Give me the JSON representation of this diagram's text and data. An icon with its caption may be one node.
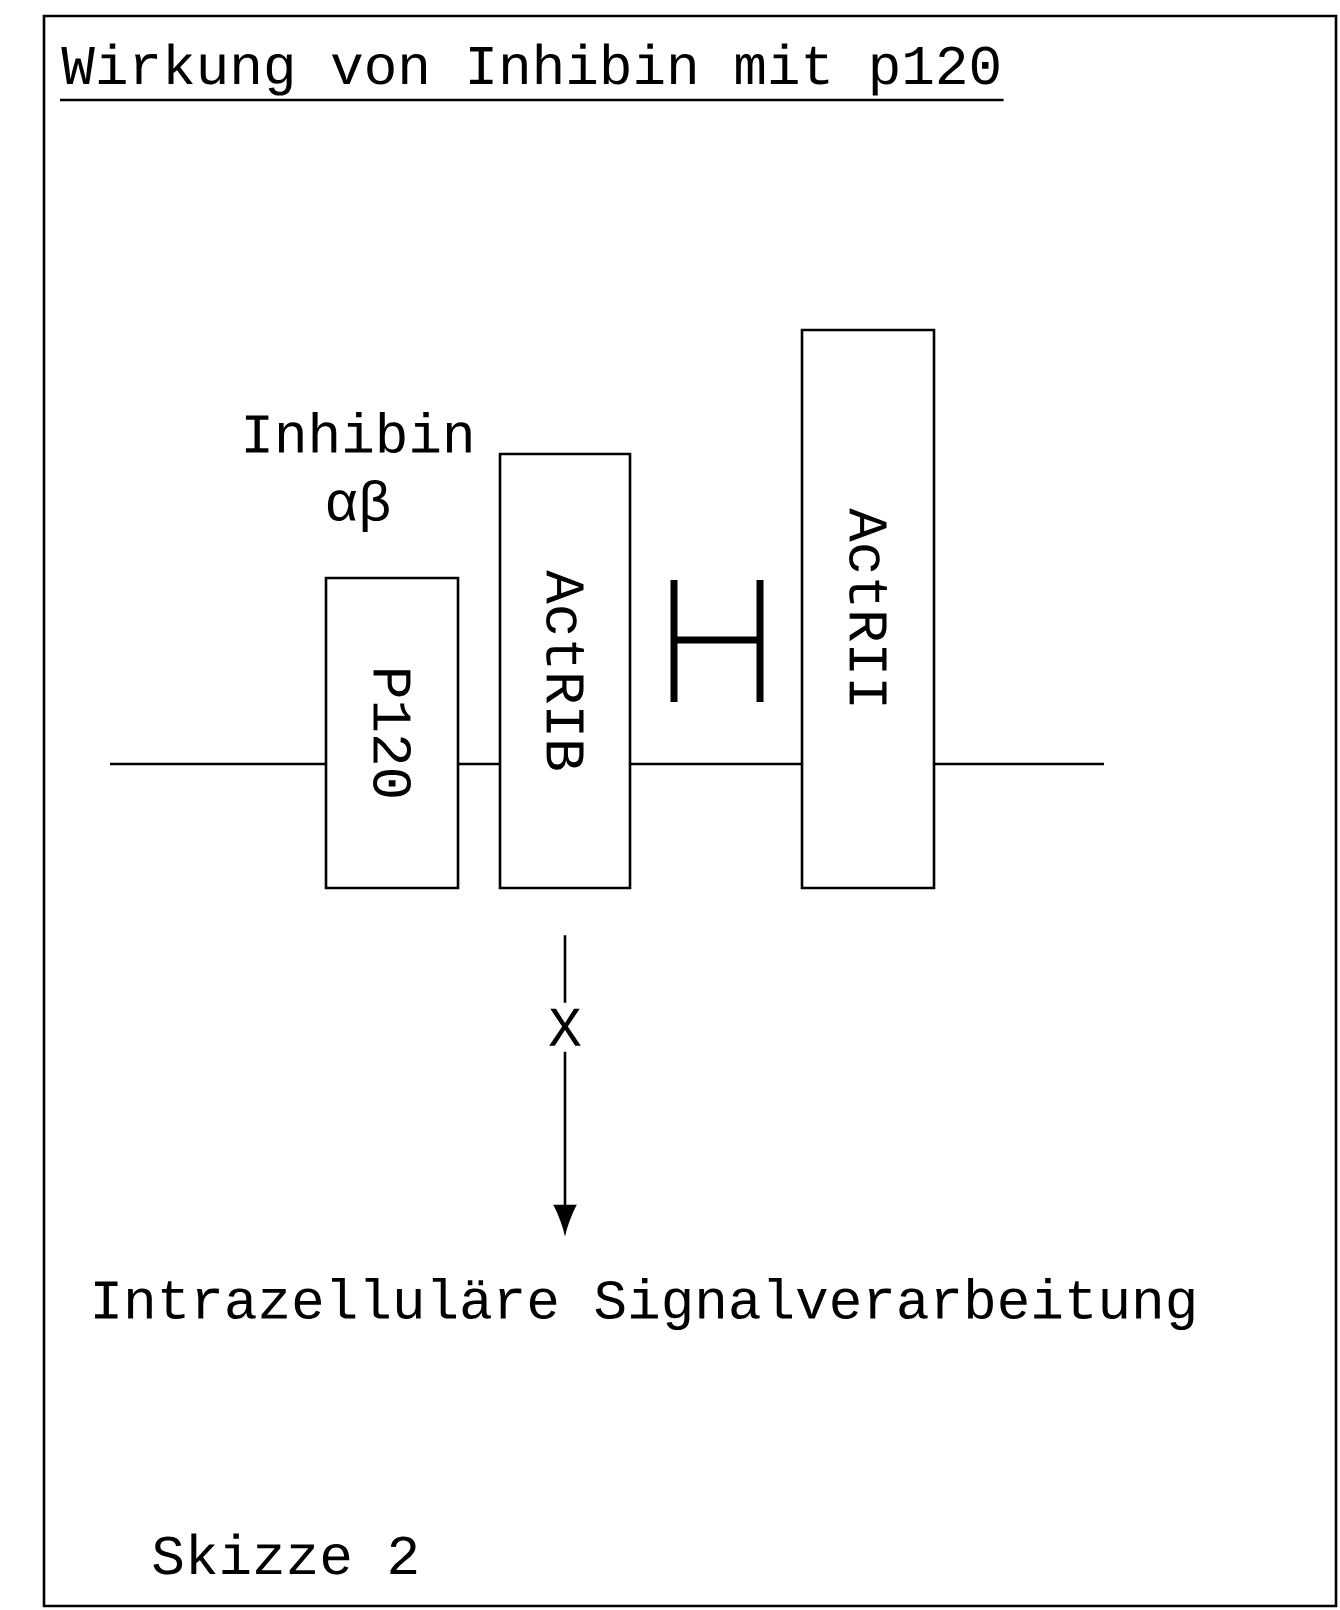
{
  "diagram": {
    "title": "Wirkung von Inhibin mit p120",
    "nodes": [
      {
        "text": [
          "P120"
        ],
        "beside": [
          "Inhibin αβ"
        ]
      },
      {
        "text": [
          "ActRIB"
        ]
      },
      {
        "text": [
          "ActRII"
        ]
      },
      {
        "text": [
          "Intrazelluläre Signalverarbeitung"
        ]
      }
    ],
    "edges": [
      {
        "from": 1,
        "to": 3,
        "arrow": "to",
        "label": "X"
      }
    ],
    "caption": "Skizze 2"
  }
}
